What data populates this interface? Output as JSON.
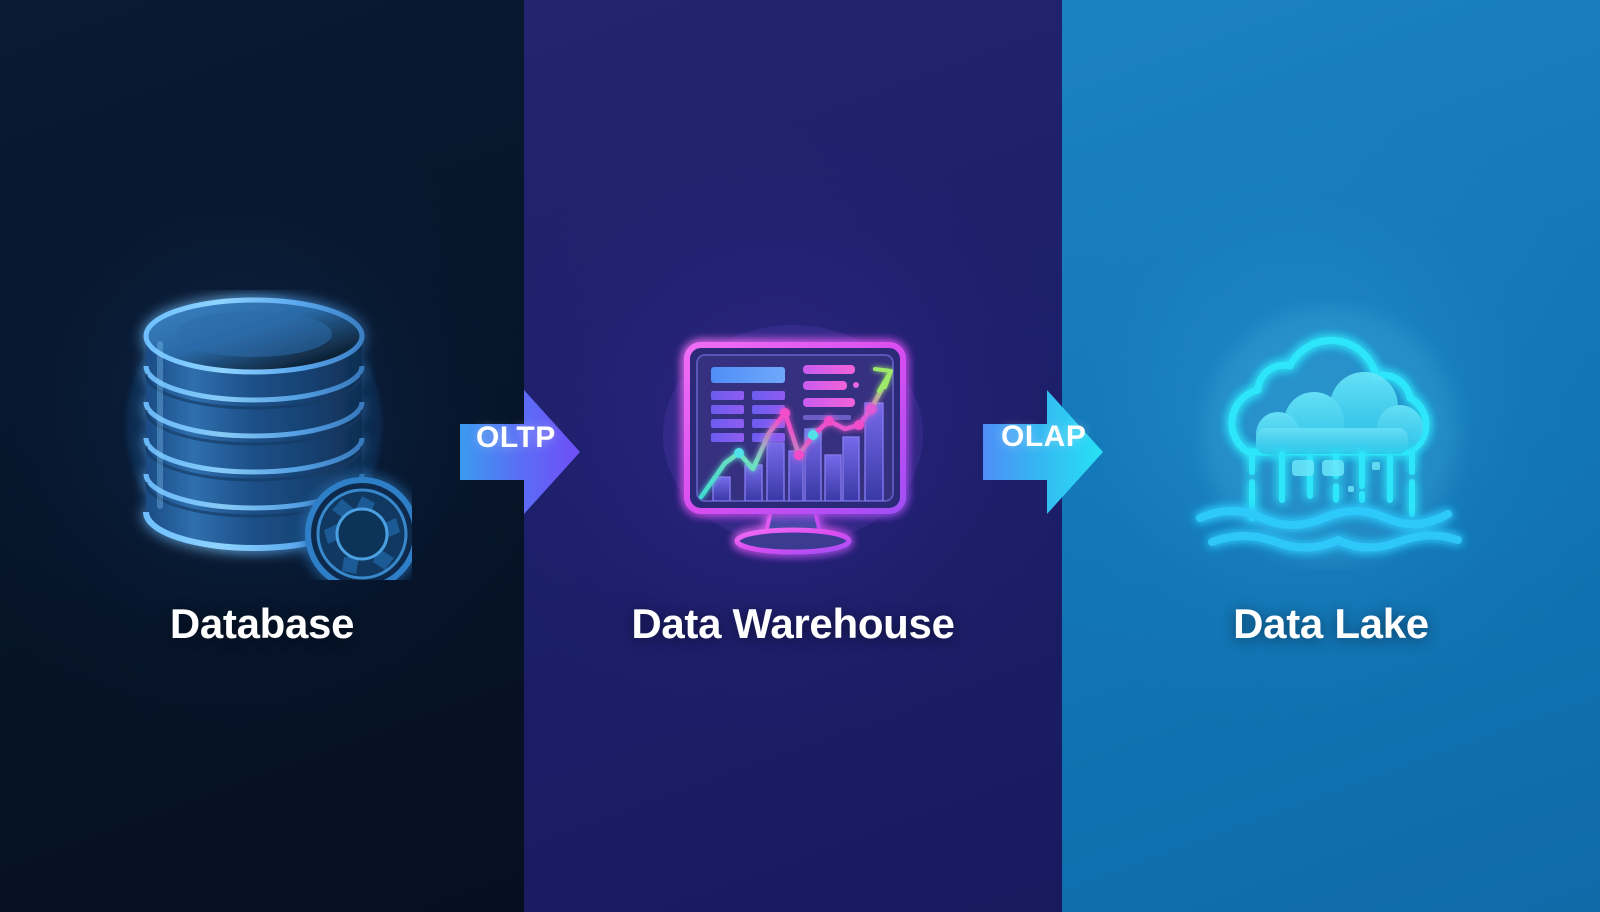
{
  "diagram": {
    "title": "Database to Data Warehouse to Data Lake flow",
    "type": "process-flow",
    "stages": [
      {
        "id": "database",
        "label": "Database",
        "icon": "database-cylinder-icon",
        "accent": "#4da3ff",
        "background": "#07152e",
        "icon_details": {
          "layers": 5,
          "badge": "gear-refresh-badge-icon"
        }
      },
      {
        "id": "data-warehouse",
        "label": "Data Warehouse",
        "icon": "monitor-dashboard-icon",
        "accent": "#e45ef0",
        "background": "#1c2070",
        "icon_details": {
          "screen_border": "#e657f0",
          "table_header": "#4f8ef7",
          "table_rows": 4,
          "table_columns": 2,
          "pink_bars": 3,
          "bar_chart_bars": 8,
          "trend_line": "cyan-to-magenta-arrow"
        }
      },
      {
        "id": "data-lake",
        "label": "Data Lake",
        "icon": "cloud-lake-icon",
        "accent": "#28e0f8",
        "background": "#1376b8",
        "icon_details": {
          "cloud_outline": "#2fe6fb",
          "data_streams": 9,
          "water_waves": 2
        }
      }
    ],
    "connectors": [
      {
        "id": "oltp",
        "label": "OLTP",
        "from": "database",
        "to": "data-warehouse",
        "gradient_from": "#3b9bf0",
        "gradient_to": "#6b4df5"
      },
      {
        "id": "olap",
        "label": "OLAP",
        "from": "data-warehouse",
        "to": "data-lake",
        "gradient_from": "#4f8ef7",
        "gradient_to": "#2ae0f5"
      }
    ]
  }
}
